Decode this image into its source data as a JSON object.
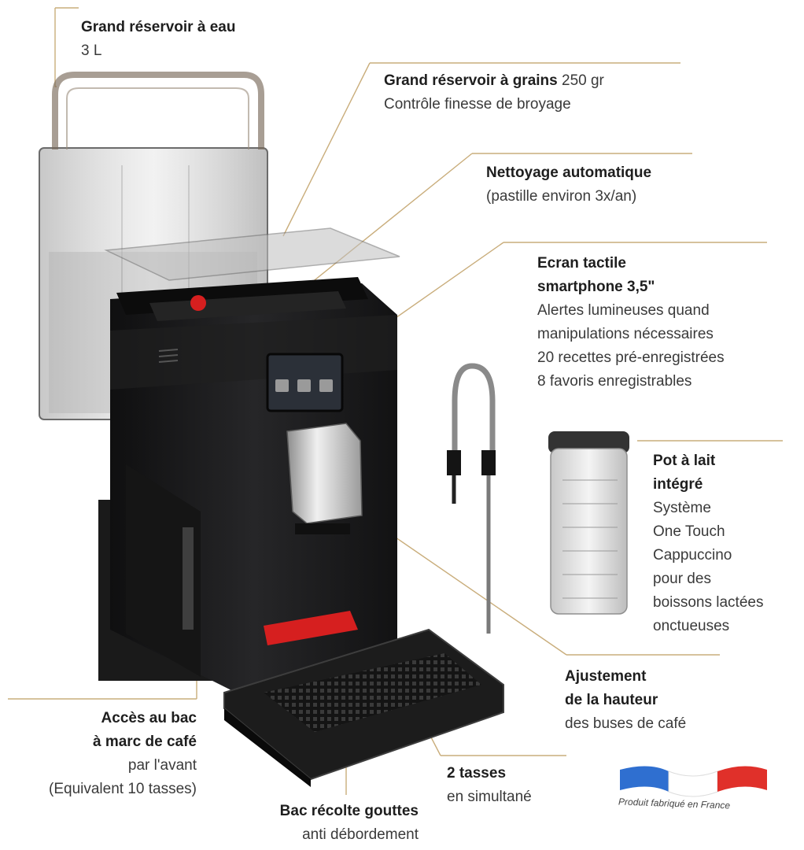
{
  "callouts": {
    "water_tank": {
      "title": "Grand réservoir à eau",
      "lines": [
        "3 L"
      ]
    },
    "bean_hopper": {
      "title": "Grand réservoir à grains",
      "title_suffix": " 250 gr",
      "lines": [
        "Contrôle finesse de broyage"
      ]
    },
    "cleaning": {
      "title": "Nettoyage automatique",
      "lines": [
        "(pastille environ 3x/an)"
      ]
    },
    "screen": {
      "title_lines": [
        "Ecran tactile",
        "smartphone 3,5\""
      ],
      "lines": [
        "Alertes lumineuses quand",
        "manipulations nécessaires",
        "20 recettes pré-enregistrées",
        "8 favoris enregistrables"
      ]
    },
    "milk_jug": {
      "title_lines": [
        "Pot à lait",
        "intégré"
      ],
      "lines": [
        "Système",
        "One Touch",
        "Cappuccino",
        "pour des",
        "boissons lactées",
        "onctueuses"
      ]
    },
    "height": {
      "title_lines": [
        "Ajustement",
        "de la hauteur"
      ],
      "lines": [
        "des buses de café"
      ]
    },
    "grounds": {
      "title_lines": [
        "Accès au bac",
        "à marc de café"
      ],
      "lines": [
        "par l'avant",
        "(Equivalent 10 tasses)"
      ]
    },
    "two_cups": {
      "title": "2 tasses",
      "lines": [
        "en simultané"
      ]
    },
    "drip_tray": {
      "title": "Bac récolte gouttes",
      "lines": [
        "anti débordement"
      ]
    }
  },
  "badge": {
    "caption": "Produit fabriqué en France",
    "colors": [
      "#2f6fd0",
      "#ffffff",
      "#e0302a"
    ]
  },
  "colors": {
    "machine": "#1b1b1d",
    "accent": "#d61f1f",
    "leader": "#b89a6a"
  }
}
